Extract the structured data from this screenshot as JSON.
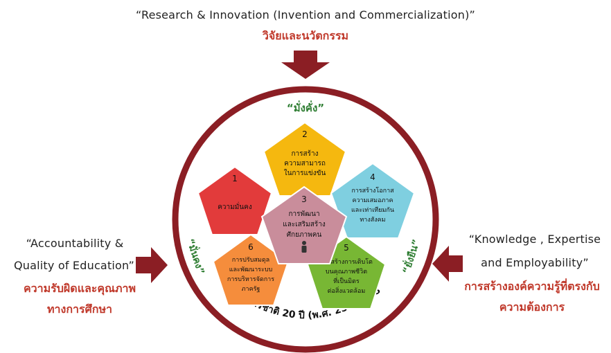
{
  "top": {
    "english": "“Research & Innovation (Invention and Commercialization)”",
    "thai": "วิจัยและนวัตกรรม"
  },
  "left": {
    "english_line1": "“Accountability &",
    "english_line2": "Quality of Education”",
    "thai_line1": "ความรับผิดและคุณภาพ",
    "thai_line2": "ทางการศึกษา"
  },
  "right": {
    "english_line1": "“Knowledge , Expertise",
    "english_line2": "and Employability”",
    "thai_line1": "การสร้างองค์ความรู้ที่ตรงกับ",
    "thai_line2": "ความต้องการ"
  },
  "ring": {
    "top_label": "“มั่งคั่ง”",
    "left_label": "“มั่นคง”",
    "right_label": "“ยั่งยืน”",
    "bottom_label": "ยุทธศาสตร์ชาติ 20 ปี (พ.ศ. 2561-2580)"
  },
  "colors": {
    "ring": "#8b1e24",
    "arrow": "#8b1e24",
    "accent_thai": "#c0392b",
    "green_label": "#2e7d32",
    "p1": "#e23b3b",
    "p2": "#f5b80f",
    "p3": "#c98d9b",
    "p4": "#7fcfe0",
    "p5": "#78b734",
    "p6": "#f58d3c"
  },
  "pentagons": [
    {
      "number": "1",
      "lines": [
        "ความมั่นคง"
      ]
    },
    {
      "number": "2",
      "lines": [
        "การสร้าง",
        "ความสามารถ",
        "ในการแข่งขัน"
      ]
    },
    {
      "number": "3",
      "lines": [
        "การพัฒนา",
        "และเสริมสร้าง",
        "ศักยภาพคน"
      ]
    },
    {
      "number": "4",
      "lines": [
        "การสร้างโอกาส",
        "ความเสมอภาค",
        "และเท่าเทียมกัน",
        "ทางสังคม"
      ]
    },
    {
      "number": "5",
      "lines": [
        "การสร้างการเติบโต",
        "บนคุณภาพชีวิต",
        "ที่เป็นมิตร",
        "ต่อสิ่งแวดล้อม"
      ]
    },
    {
      "number": "6",
      "lines": [
        "การปรับสมดุล",
        "และพัฒนาระบบ",
        "การบริหารจัดการ",
        "ภาครัฐ"
      ]
    }
  ],
  "icons": {
    "person": "person-icon"
  }
}
